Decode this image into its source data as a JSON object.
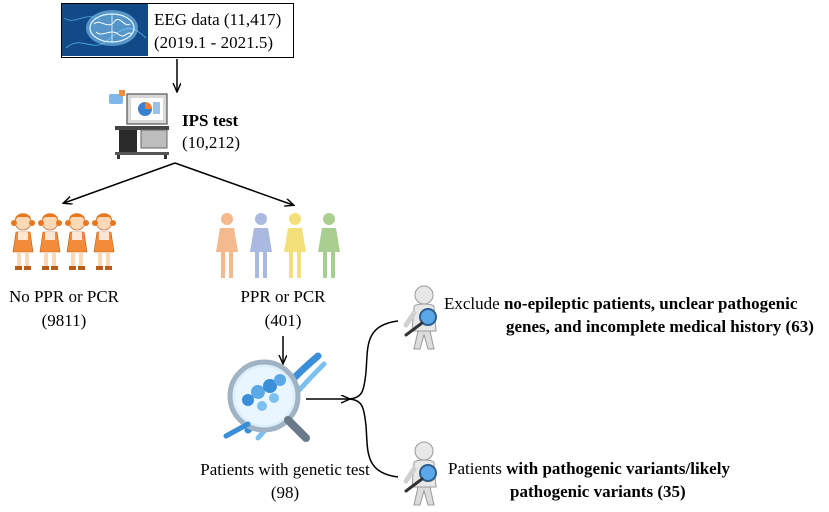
{
  "eeg": {
    "line1": "EEG data (11,417)",
    "line2": "(2019.1 - 2021.5)"
  },
  "ips": {
    "title": "IPS test",
    "count": "(10,212)"
  },
  "no_ppr": {
    "label": "No PPR or PCR",
    "count": "(9811)"
  },
  "ppr": {
    "label": "PPR or PCR",
    "count": "(401)"
  },
  "genetic": {
    "label": "Patients with genetic test",
    "count": "(98)"
  },
  "exclude": {
    "prefix": "Exclude ",
    "bold1": "no-epileptic patients, unclear pathogenic",
    "bold2": "genes, and incomplete medical history (63)"
  },
  "pathogenic": {
    "prefix": "Patients ",
    "bold1": "with pathogenic variants/likely",
    "bold2": "pathogenic variants (35)"
  },
  "colors": {
    "line": "#000000",
    "brain_bg": "#0d3a6e",
    "person_peach": "#f5b98e",
    "person_blue": "#a9b9e0",
    "person_yellow": "#f3e07a",
    "person_green": "#a8cf8f",
    "dna_blue": "#3a8fd8",
    "girl_orange": "#f28c38"
  },
  "icons": [
    "brain-icon",
    "computer-workstation-icon",
    "girl-icon",
    "person-icon",
    "dna-magnifier-icon",
    "person-with-magnifier-icon"
  ]
}
